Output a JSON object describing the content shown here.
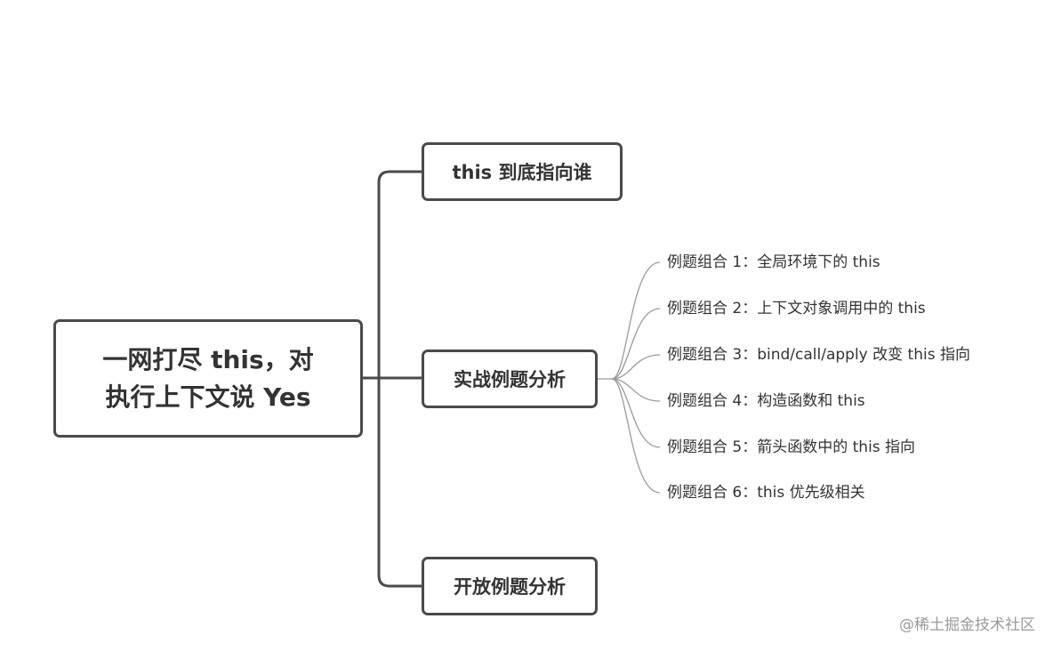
{
  "root": {
    "line1": "一网打尽 this，对",
    "line2": "执行上下文说 Yes"
  },
  "branches": [
    {
      "label": "this 到底指向谁"
    },
    {
      "label": "实战例题分析",
      "children": [
        "例题组合 1：全局环境下的 this",
        "例题组合 2：上下文对象调用中的 this",
        "例题组合 3：bind/call/apply 改变 this 指向",
        "例题组合 4：构造函数和 this",
        "例题组合 5：箭头函数中的 this 指向",
        "例题组合 6：this 优先级相关"
      ]
    },
    {
      "label": "开放例题分析"
    }
  ],
  "watermark": "@稀土掘金技术社区",
  "colors": {
    "connector": "#4a4a4a",
    "leaf_connector": "#9a9a9a",
    "text": "#333333"
  }
}
